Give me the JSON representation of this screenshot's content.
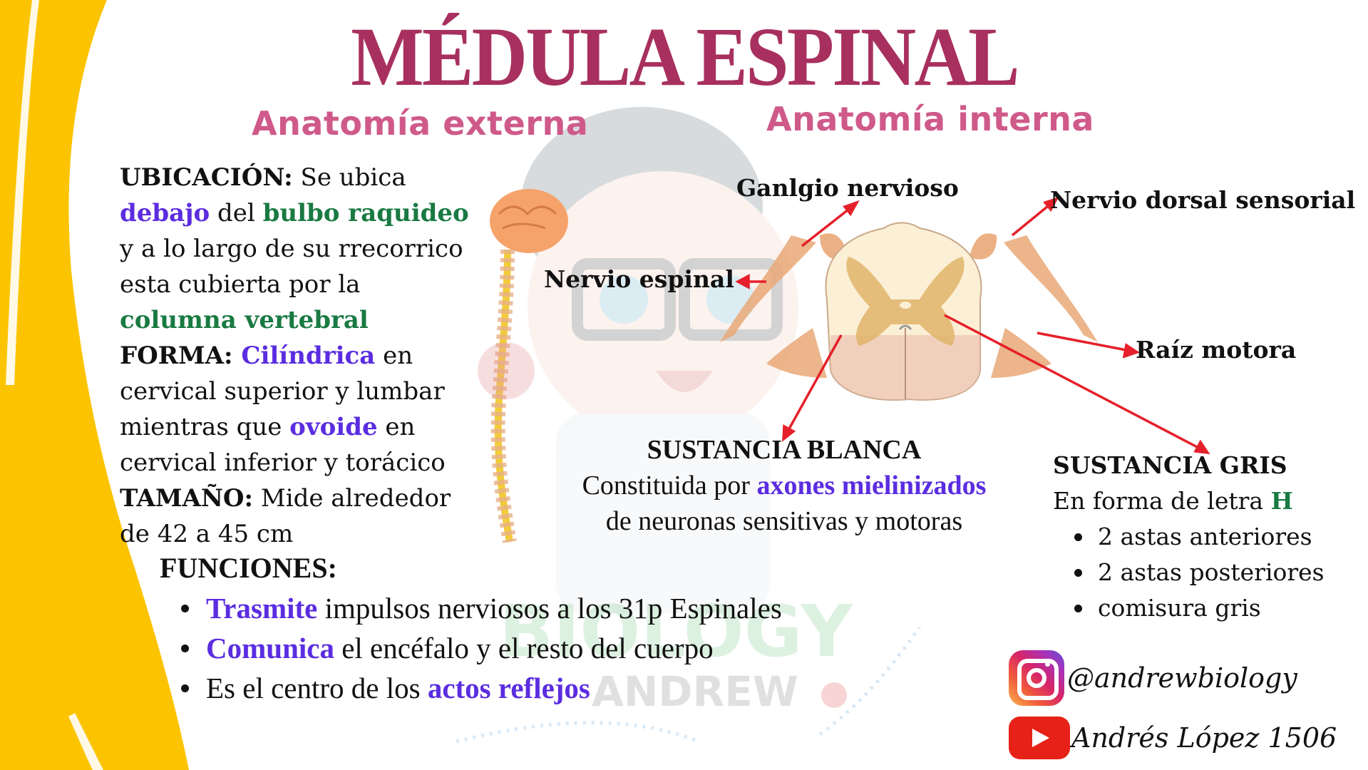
{
  "title": "MÉDULA ESPINAL",
  "subtitles": {
    "external": "Anatomía externa",
    "internal": "Anatomía interna"
  },
  "colors": {
    "title": "#a8305e",
    "subtitle": "#cf5a8a",
    "highlight_purple": "#5b2de0",
    "highlight_green": "#197a42",
    "accent_yellow": "#fcc400",
    "arrow_red": "#e5202a"
  },
  "external": {
    "ubicacion": {
      "label": "UBICACIÓN:",
      "l1_rest": " Se ubica",
      "l2_purple": "debajo",
      "l2_mid": " del ",
      "l2_green": "bulbo raquideo",
      "l3": "y a lo largo de su rrecorrico",
      "l4": "esta cubierta por la",
      "l5_green": "columna vertebral"
    },
    "forma": {
      "label": "FORMA:",
      "l1_purple": " Cilíndrica",
      "l1_rest": " en",
      "l2": "cervical superior y lumbar",
      "l3_start": "mientras que ",
      "l3_purple": "ovoide",
      "l3_end": " en",
      "l4": "cervical inferior y torácico"
    },
    "tamano": {
      "label": "TAMAÑO:",
      "l1_rest": " Mide alrededor",
      "l2": "de 42 a 45 cm"
    }
  },
  "funciones": {
    "title": "FUNCIONES:",
    "items": [
      {
        "highlight": "Trasmite",
        "rest": " impulsos nerviosos a los 31p Espinales"
      },
      {
        "highlight": "Comunica",
        "rest": " el encéfalo y el resto del cuerpo"
      },
      {
        "prefix": "Es el centro de los ",
        "highlight": "actos reflejos"
      }
    ]
  },
  "diagram": {
    "labels": {
      "ganglio": "Ganlgio nervioso",
      "nervio_espinal": "Nervio espinal",
      "nervio_dorsal": "Nervio dorsal sensorial",
      "raiz_motora": "Raíz motora"
    }
  },
  "sustancia_blanca": {
    "title": "SUSTANCIA BLANCA",
    "l1_start": "Constituida por ",
    "l1_purple": "axones mielinizados",
    "l2": "de neuronas sensitivas y motoras"
  },
  "sustancia_gris": {
    "title": "SUSTANCIA GRIS",
    "l1_start": "En forma de letra ",
    "l1_green": "H",
    "items": [
      "2 astas anteriores",
      "2 astas posteriores",
      "comisura gris"
    ]
  },
  "watermark": {
    "line1": "BIOLOGY",
    "line2": "ANDREW"
  },
  "social": {
    "instagram": "@andrewbiology",
    "youtube": "Andrés López 1506"
  }
}
